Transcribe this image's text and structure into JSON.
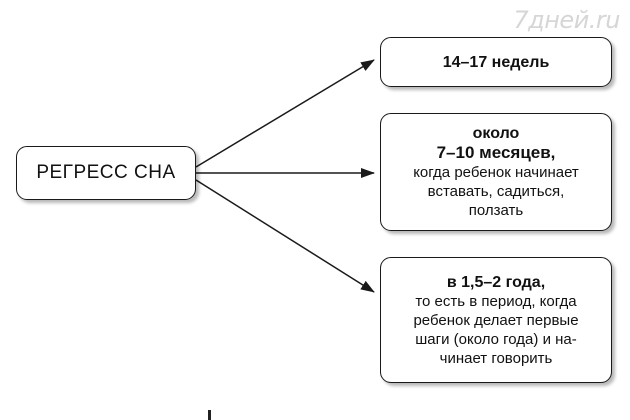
{
  "watermark": "7дней.ru",
  "source": {
    "label": "РЕГРЕСС  СНА"
  },
  "targets": [
    {
      "lines": [
        {
          "text": "14–17 недель",
          "style": "bold"
        }
      ]
    },
    {
      "lines": [
        {
          "text": "около",
          "style": "bold"
        },
        {
          "text": "7–10 месяцев,",
          "style": "bold-lg"
        },
        {
          "text": "когда ребенок начинает",
          "style": "reg"
        },
        {
          "text": "вставать, садиться,",
          "style": "reg"
        },
        {
          "text": "ползать",
          "style": "reg"
        }
      ]
    },
    {
      "lines": [
        {
          "text": "в 1,5–2 года,",
          "style": "bold"
        },
        {
          "text": "то есть в период, когда",
          "style": "reg"
        },
        {
          "text": "ребенок делает первые",
          "style": "reg"
        },
        {
          "text": "шаги (около года) и на-",
          "style": "reg"
        },
        {
          "text": "чинает говорить",
          "style": "reg"
        }
      ]
    }
  ],
  "colors": {
    "line": "#1a1a1a",
    "background": "#ffffff"
  }
}
